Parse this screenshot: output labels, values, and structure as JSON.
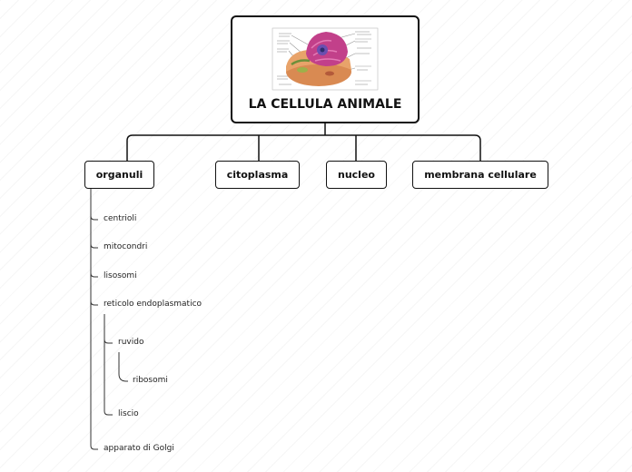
{
  "root": {
    "title": "LA CELLULA ANIMALE"
  },
  "branches": {
    "organuli": "organuli",
    "citoplasma": "citoplasma",
    "nucleo": "nucleo",
    "membrana": "membrana cellulare"
  },
  "organuli_items": {
    "centrioli": "centrioli",
    "mitocondri": "mitocondri",
    "lisosomi": "lisosomi",
    "reticolo": "reticolo endoplasmatico",
    "ruvido": "ruvido",
    "ribosomi": "ribosomi",
    "liscio": "liscio",
    "golgi": "apparato di Golgi"
  },
  "colors": {
    "line": "#111111",
    "border": "#111111",
    "cell_body": "#e8a36a",
    "nucleus": "#c2408a"
  },
  "icons": {
    "root_illustration": "animal-cell-diagram-icon"
  }
}
